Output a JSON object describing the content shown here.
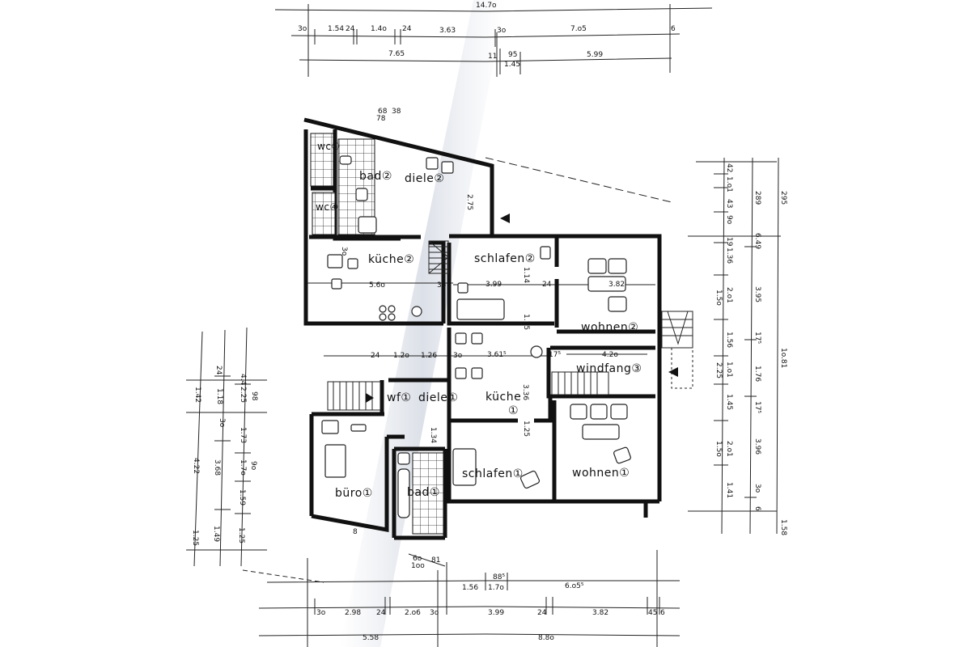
{
  "dimensions": {
    "top": {
      "overall": "14.7o",
      "row1": [
        "3o",
        "1.54",
        "24",
        "1.4o",
        "24",
        "3.63",
        "3o",
        "7.o5",
        "6"
      ],
      "row2": [
        "7.65",
        "11",
        "95",
        "1.45",
        "5.99"
      ]
    },
    "bottom": {
      "small": [
        "6o",
        "1oo",
        "81"
      ],
      "row1": [
        "1.56",
        "88⁵",
        "1.7o",
        "6.o5⁵"
      ],
      "row2": [
        "3o",
        "2.98",
        "24",
        "2.o6",
        "3o",
        "3.99",
        "24",
        "3.82",
        "45",
        "6"
      ],
      "row3": [
        "5.58",
        "8.8o"
      ]
    },
    "right": {
      "col1": [
        "42",
        "1.o1",
        "43",
        "9o",
        "19",
        "1.36",
        "2.o1",
        "1.5o",
        "1.56",
        "1.o1",
        "2.25",
        "1.45",
        "2.o1",
        "1.5o",
        "1.41"
      ],
      "col2": [
        "289",
        "6.49",
        "3.95",
        "17⁵",
        "1.76",
        "17⁵",
        "3.96",
        "3o",
        "6"
      ],
      "col3": [
        "295",
        "1o.81",
        "1.58"
      ]
    },
    "left": [
      "24",
      "1.42",
      "1.18",
      "4.4",
      "2.25",
      "98",
      "3o",
      "1.73",
      "4.22",
      "3.68",
      "1.7o",
      "9o",
      "1.59",
      "1.49",
      "1.25",
      "1.25"
    ],
    "top_small": [
      "68",
      "38",
      "78"
    ],
    "interior": [
      "5.6o",
      "3o",
      "3o",
      "3.99",
      "24",
      "3.82",
      "2.75",
      "1.14",
      "1.75",
      "4.2o",
      "17⁵",
      "3.61⁵",
      "24",
      "1.2o",
      "1.26",
      "3o",
      "1.34",
      "1.25",
      "3.36",
      "8"
    ]
  },
  "rooms": {
    "wc4_upper": "wc④",
    "wc4_lower": "wc④",
    "bad2": "bad②",
    "diele2": "diele②",
    "kueche2": "küche②",
    "schlafen2": "schlafen②",
    "wohnen2": "wohnen②",
    "windfang3": "windfang③",
    "kueche1": "küche",
    "kueche1_num": "①",
    "wf1": "wf①",
    "diele1": "diele①",
    "schlafen1": "schlafen①",
    "wohnen1": "wohnen①",
    "buero1": "büro①",
    "bad1": "bad①"
  },
  "icons": [
    "entrance-arrow-icon",
    "entrance-arrow-icon",
    "entrance-arrow-icon"
  ]
}
